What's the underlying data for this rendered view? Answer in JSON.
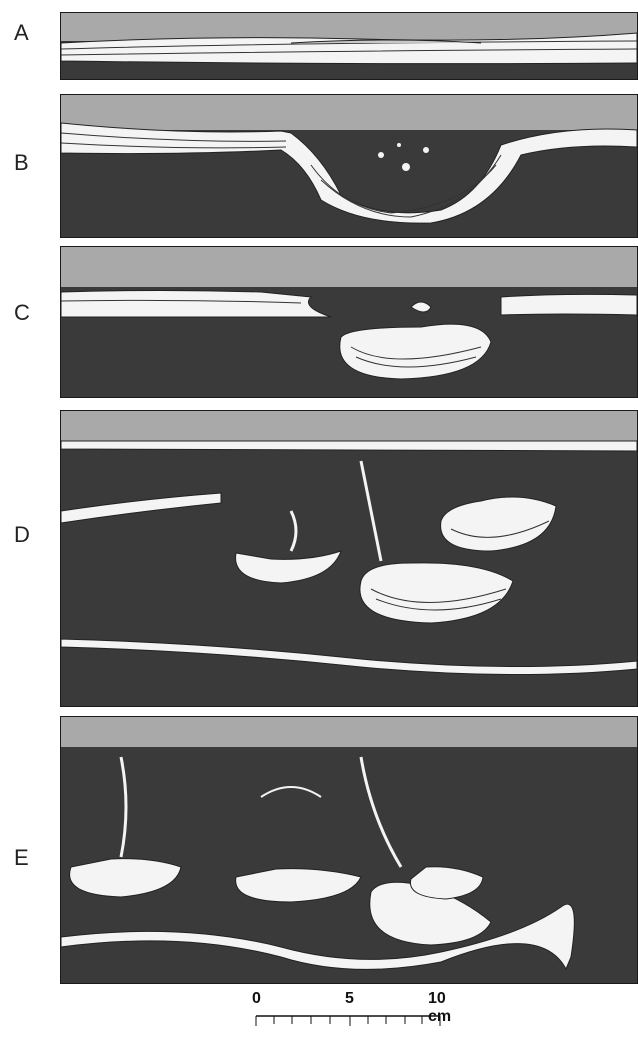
{
  "panels": [
    {
      "label": "A"
    },
    {
      "label": "B"
    },
    {
      "label": "C"
    },
    {
      "label": "D"
    },
    {
      "label": "E"
    }
  ],
  "scale_bar": {
    "tick_0": "0",
    "tick_5": "5",
    "tick_10": "10 cm"
  },
  "colors": {
    "dark_sediment": "#3a3a3a",
    "light_laminae": "#f4f4f4",
    "water_gray": "#a9a9a9"
  }
}
